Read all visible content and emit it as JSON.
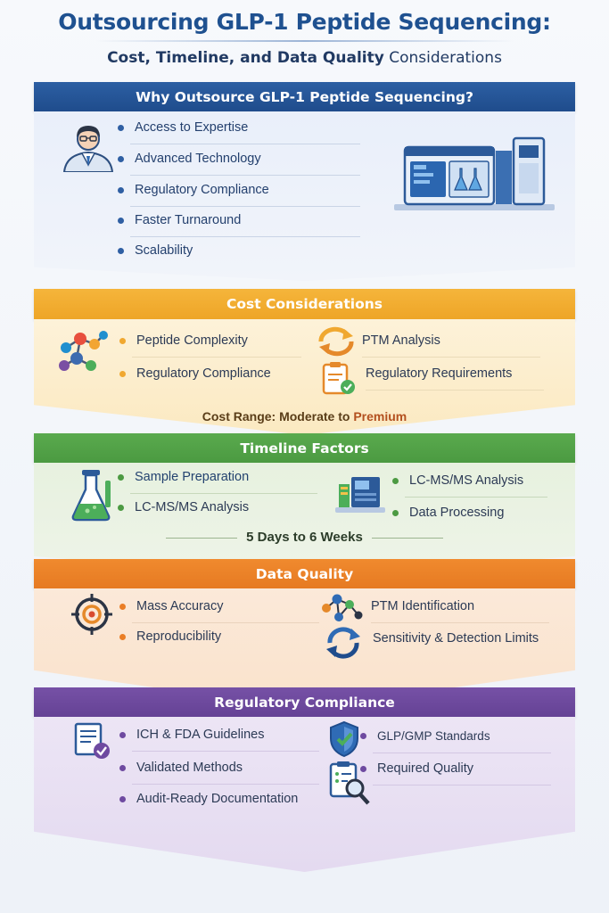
{
  "title": {
    "main": "Outsourcing GLP-1 Peptide Sequencing:",
    "subtitle_bold": "Cost, Timeline, and Data Quality",
    "subtitle_rest": " Considerations"
  },
  "why": {
    "header": "Why Outsource GLP-1 Peptide Sequencing?",
    "items": [
      "Access to Expertise",
      "Advanced Technology",
      "Regulatory Compliance",
      "Faster Turnaround",
      "Scalability"
    ]
  },
  "cost": {
    "header": "Cost Considerations",
    "left_items": [
      "Peptide Complexity",
      "Regulatory Compliance"
    ],
    "right_items": [
      "PTM Analysis",
      "Regulatory Requirements"
    ],
    "range_prefix": "Cost Range: Moderate to ",
    "range_high": "Premium"
  },
  "timeline": {
    "header": "Timeline Factors",
    "left_items": [
      "Sample Preparation",
      "LC-MS/MS Analysis"
    ],
    "right_items": [
      "LC-MS/MS Analysis",
      "Data Processing"
    ],
    "duration": "5 Days to 6 Weeks"
  },
  "quality": {
    "header": "Data Quality",
    "left_items": [
      "Mass Accuracy",
      "Reproducibility"
    ],
    "right_items": [
      "PTM Identification",
      "Sensitivity & Detection Limits"
    ]
  },
  "regulatory": {
    "header": "Regulatory Compliance",
    "left_items": [
      "ICH & FDA Guidelines",
      "Validated Methods",
      "Audit-Ready Documentation"
    ],
    "right_items": [
      "GLP/GMP Standards",
      "Required Quality"
    ]
  },
  "colors": {
    "blue": "#1f4c8c",
    "yellow": "#f0a830",
    "green": "#4c9a42",
    "orange": "#ea7e26",
    "purple": "#6e4aa0"
  },
  "icons": {
    "why": [
      "scientist-icon",
      "lab-instrument-icon"
    ],
    "cost": [
      "molecule-icon",
      "cycle-arrows-icon",
      "clipboard-check-icon"
    ],
    "timeline": [
      "flask-icon",
      "mass-spectrometer-icon"
    ],
    "quality": [
      "target-icon",
      "network-icon",
      "refresh-icon"
    ],
    "regulatory": [
      "document-check-icon",
      "shield-check-icon",
      "clipboard-magnifier-icon"
    ]
  }
}
